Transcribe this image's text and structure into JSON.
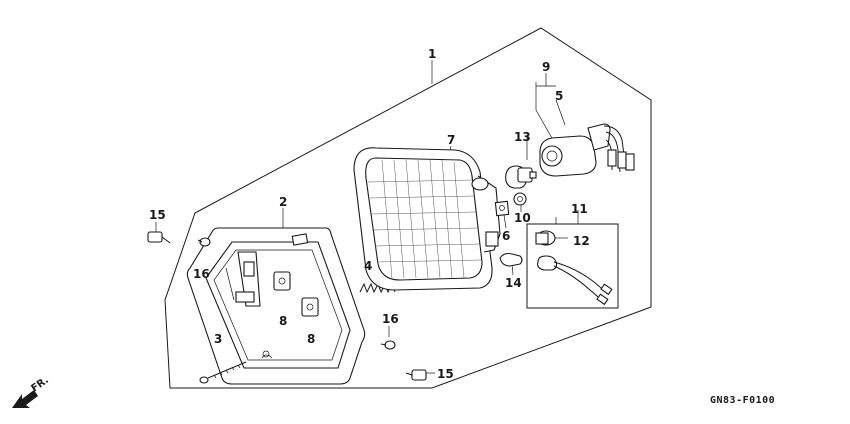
{
  "callouts": {
    "c1": "1",
    "c2": "2",
    "c3": "3",
    "c4": "4",
    "c5": "5",
    "c6": "6",
    "c7": "7",
    "c8a": "8",
    "c8b": "8",
    "c9": "9",
    "c10": "10",
    "c11": "11",
    "c12": "12",
    "c13": "13",
    "c14": "14",
    "c15a": "15",
    "c15b": "15",
    "c16a": "16",
    "c16b": "16"
  },
  "direction_label": "FR.",
  "diagram_code": "GN83-F0100"
}
